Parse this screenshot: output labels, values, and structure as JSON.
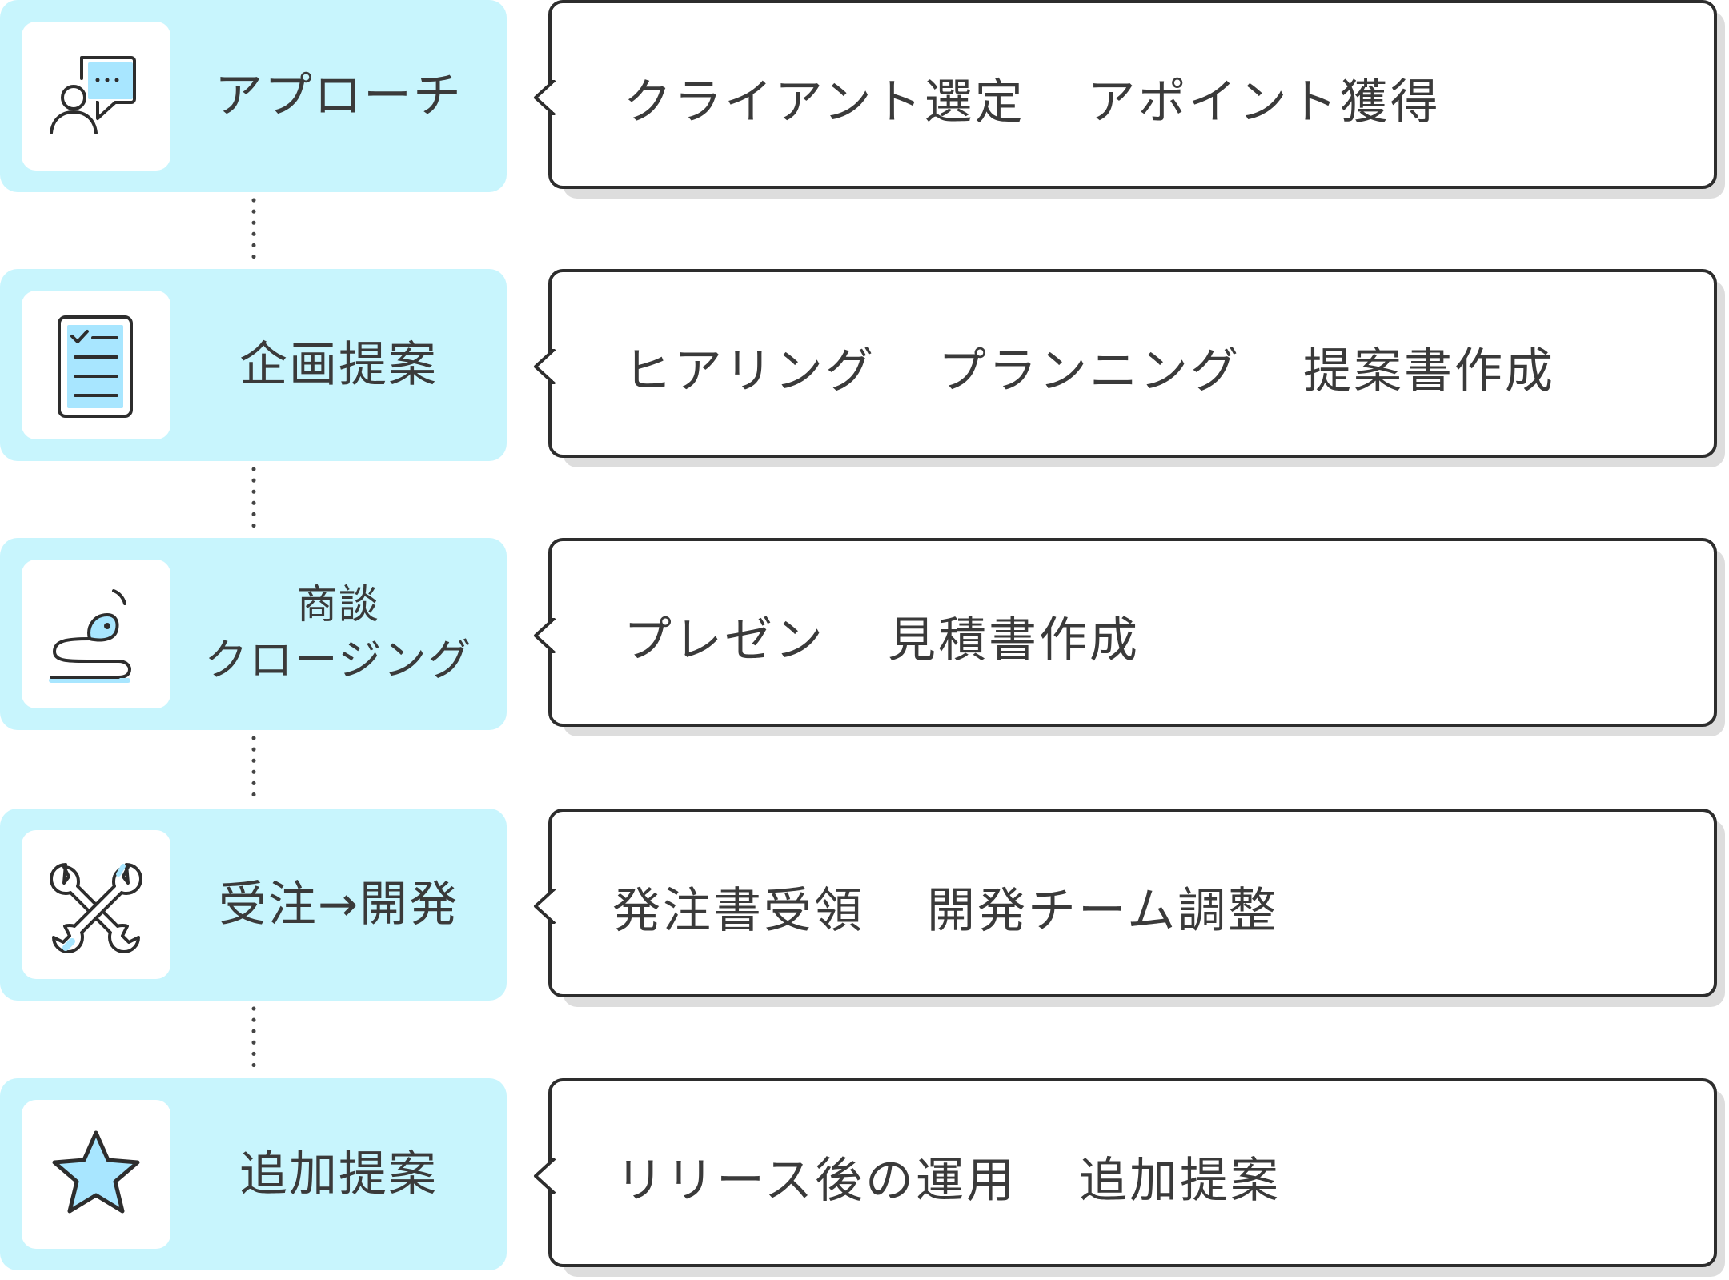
{
  "colors": {
    "phase_background": "#c8f5fd",
    "icon_accent": "#a8e6ff",
    "outline": "#2d2d2d",
    "shadow": "#dddddd"
  },
  "steps": [
    {
      "phase": "アプローチ",
      "icon": "speech-bubble-person-icon",
      "details": [
        "クライアント選定",
        "アポイント獲得"
      ]
    },
    {
      "phase": "企画提案",
      "icon": "checklist-document-icon",
      "details": [
        "ヒアリング",
        "プランニング",
        "提案書作成"
      ]
    },
    {
      "phase_lines": [
        "商談",
        "クロージング"
      ],
      "icon": "fishing-hook-icon",
      "details": [
        "プレゼン",
        "見積書作成"
      ]
    },
    {
      "phase": "受注→開発",
      "icon": "wrench-tools-icon",
      "details": [
        "発注書受領",
        "開発チーム調整"
      ]
    },
    {
      "phase": "追加提案",
      "icon": "star-icon",
      "details": [
        "リリース後の運用",
        "追加提案"
      ]
    }
  ]
}
